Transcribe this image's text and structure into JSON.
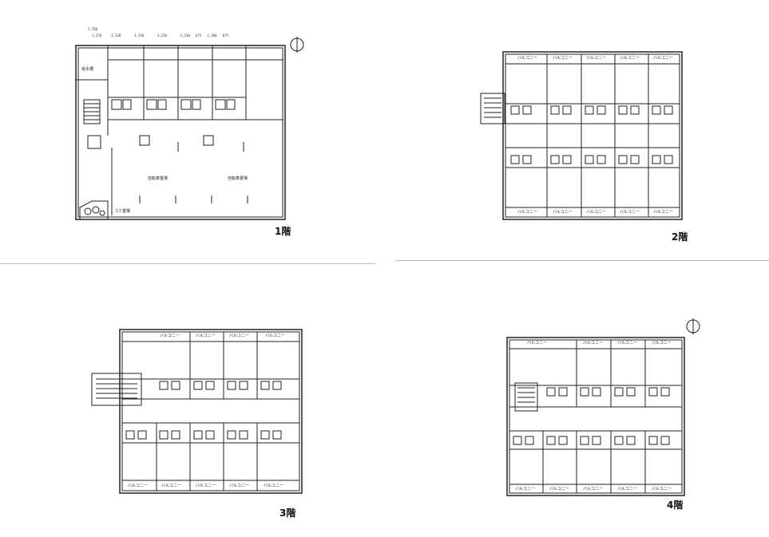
{
  "floors": [
    {
      "label": "1階"
    },
    {
      "label": "2階"
    },
    {
      "label": "3階"
    },
    {
      "label": "4階"
    }
  ],
  "balcony_label": "バルコニー",
  "first_floor": {
    "rooms": [
      "自転車置場",
      "自転車置場",
      "ゴミ置場",
      "受水槽"
    ]
  }
}
